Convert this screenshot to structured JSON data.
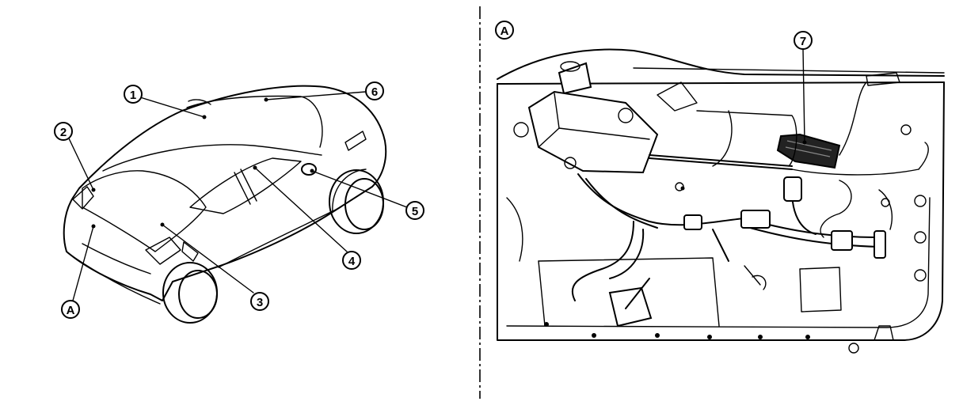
{
  "panels": {
    "left": {
      "callouts": [
        {
          "label": "1"
        },
        {
          "label": "2"
        },
        {
          "label": "3"
        },
        {
          "label": "4"
        },
        {
          "label": "5"
        },
        {
          "label": "6"
        },
        {
          "label": "A"
        }
      ]
    },
    "right": {
      "view_label": "A",
      "callouts": [
        {
          "label": "7"
        }
      ]
    }
  }
}
